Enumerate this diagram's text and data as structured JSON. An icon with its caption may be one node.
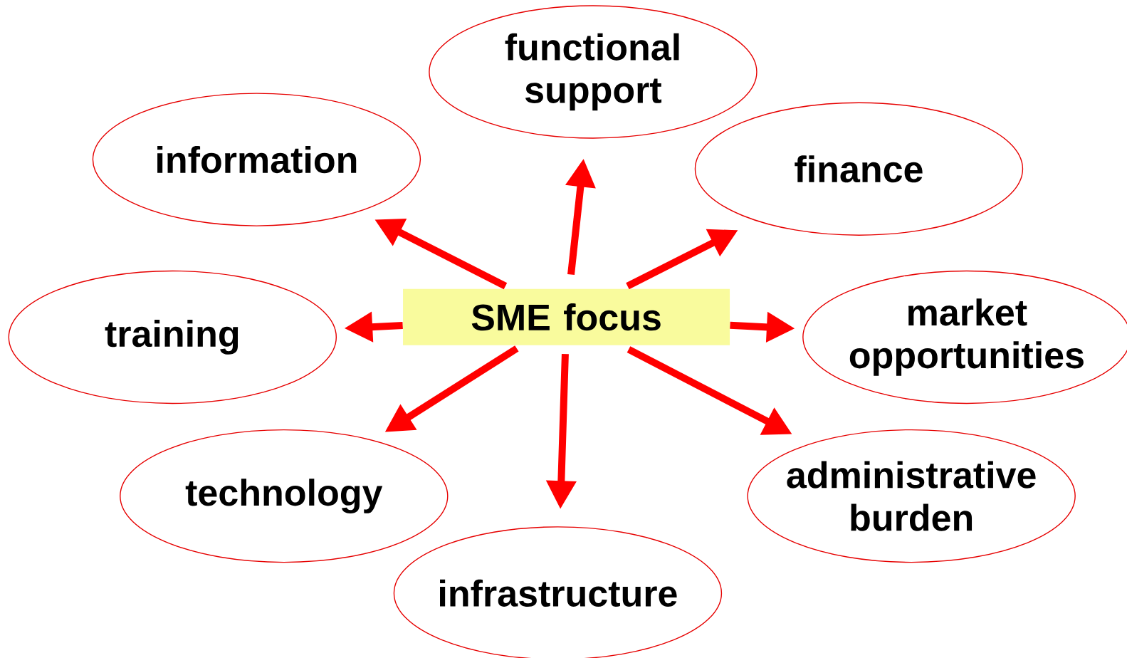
{
  "diagram": {
    "nodes": [
      {
        "text": [
          "functional support"
        ]
      },
      {
        "text": [
          "information"
        ]
      },
      {
        "text": [
          "finance"
        ]
      },
      {
        "text": [
          "training"
        ]
      },
      {
        "text": [
          "SME focus"
        ]
      },
      {
        "text": [
          "market opportunities"
        ]
      },
      {
        "text": [
          "technology"
        ]
      },
      {
        "text": [
          "administrative burden"
        ]
      },
      {
        "text": [
          "infrastructure"
        ]
      }
    ],
    "edges": [
      {
        "from": 4,
        "to": 0,
        "arrow": "to"
      },
      {
        "from": 4,
        "to": 1,
        "arrow": "to"
      },
      {
        "from": 4,
        "to": 2,
        "arrow": "to"
      },
      {
        "from": 4,
        "to": 3,
        "arrow": "to"
      },
      {
        "from": 4,
        "to": 5,
        "arrow": "to"
      },
      {
        "from": 4,
        "to": 6,
        "arrow": "to"
      },
      {
        "from": 4,
        "to": 7,
        "arrow": "to"
      },
      {
        "from": 4,
        "to": 8,
        "arrow": "to"
      }
    ]
  }
}
